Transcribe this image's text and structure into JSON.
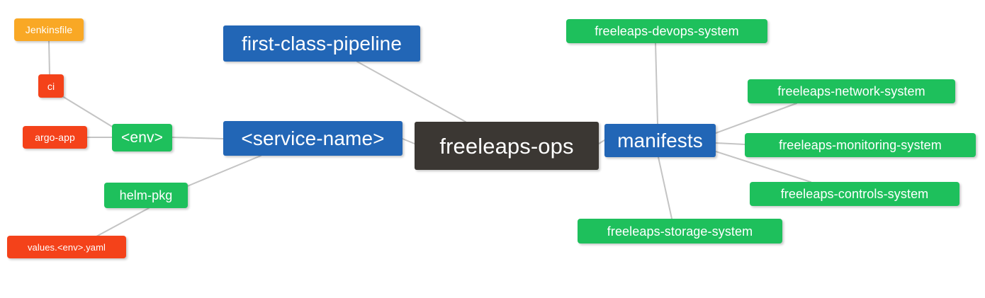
{
  "diagram": {
    "type": "mindmap",
    "title": "freeleaps-ops",
    "background": "#ffffff",
    "edge_color": "#c4c4c4",
    "palette": {
      "root": "#3b3733",
      "blue": "#2266b6",
      "green": "#1ec05c",
      "orange": "#f9a825",
      "red": "#f4421a",
      "text": "#ffffff"
    }
  },
  "nodes": {
    "root": {
      "label": "freeleaps-ops",
      "color": "#3b3733"
    },
    "first_class_pipeline": {
      "label": "first-class-pipeline",
      "color": "#2266b6"
    },
    "service_name": {
      "label": "<service-name>",
      "color": "#2266b6"
    },
    "env": {
      "label": "<env>",
      "color": "#1ec05c"
    },
    "helm_pkg": {
      "label": "helm-pkg",
      "color": "#1ec05c"
    },
    "jenkinsfile": {
      "label": "Jenkinsfile",
      "color": "#f9a825"
    },
    "ci": {
      "label": "ci",
      "color": "#f4421a"
    },
    "argo_app": {
      "label": "argo-app",
      "color": "#f4421a"
    },
    "values_yaml": {
      "label": "values.<env>.yaml",
      "color": "#f4421a"
    },
    "manifests": {
      "label": "manifests",
      "color": "#2266b6"
    },
    "devops_system": {
      "label": "freeleaps-devops-system",
      "color": "#1ec05c"
    },
    "network_system": {
      "label": "freeleaps-network-system",
      "color": "#1ec05c"
    },
    "monitoring_system": {
      "label": "freeleaps-monitoring-system",
      "color": "#1ec05c"
    },
    "controls_system": {
      "label": "freeleaps-controls-system",
      "color": "#1ec05c"
    },
    "storage_system": {
      "label": "freeleaps-storage-system",
      "color": "#1ec05c"
    }
  },
  "edges": [
    {
      "from": "root",
      "to": "first_class_pipeline"
    },
    {
      "from": "root",
      "to": "service_name"
    },
    {
      "from": "root",
      "to": "manifests"
    },
    {
      "from": "service_name",
      "to": "env"
    },
    {
      "from": "service_name",
      "to": "helm_pkg"
    },
    {
      "from": "env",
      "to": "ci"
    },
    {
      "from": "env",
      "to": "argo_app"
    },
    {
      "from": "ci",
      "to": "jenkinsfile"
    },
    {
      "from": "helm_pkg",
      "to": "values_yaml"
    },
    {
      "from": "manifests",
      "to": "devops_system"
    },
    {
      "from": "manifests",
      "to": "network_system"
    },
    {
      "from": "manifests",
      "to": "monitoring_system"
    },
    {
      "from": "manifests",
      "to": "controls_system"
    },
    {
      "from": "manifests",
      "to": "storage_system"
    }
  ]
}
